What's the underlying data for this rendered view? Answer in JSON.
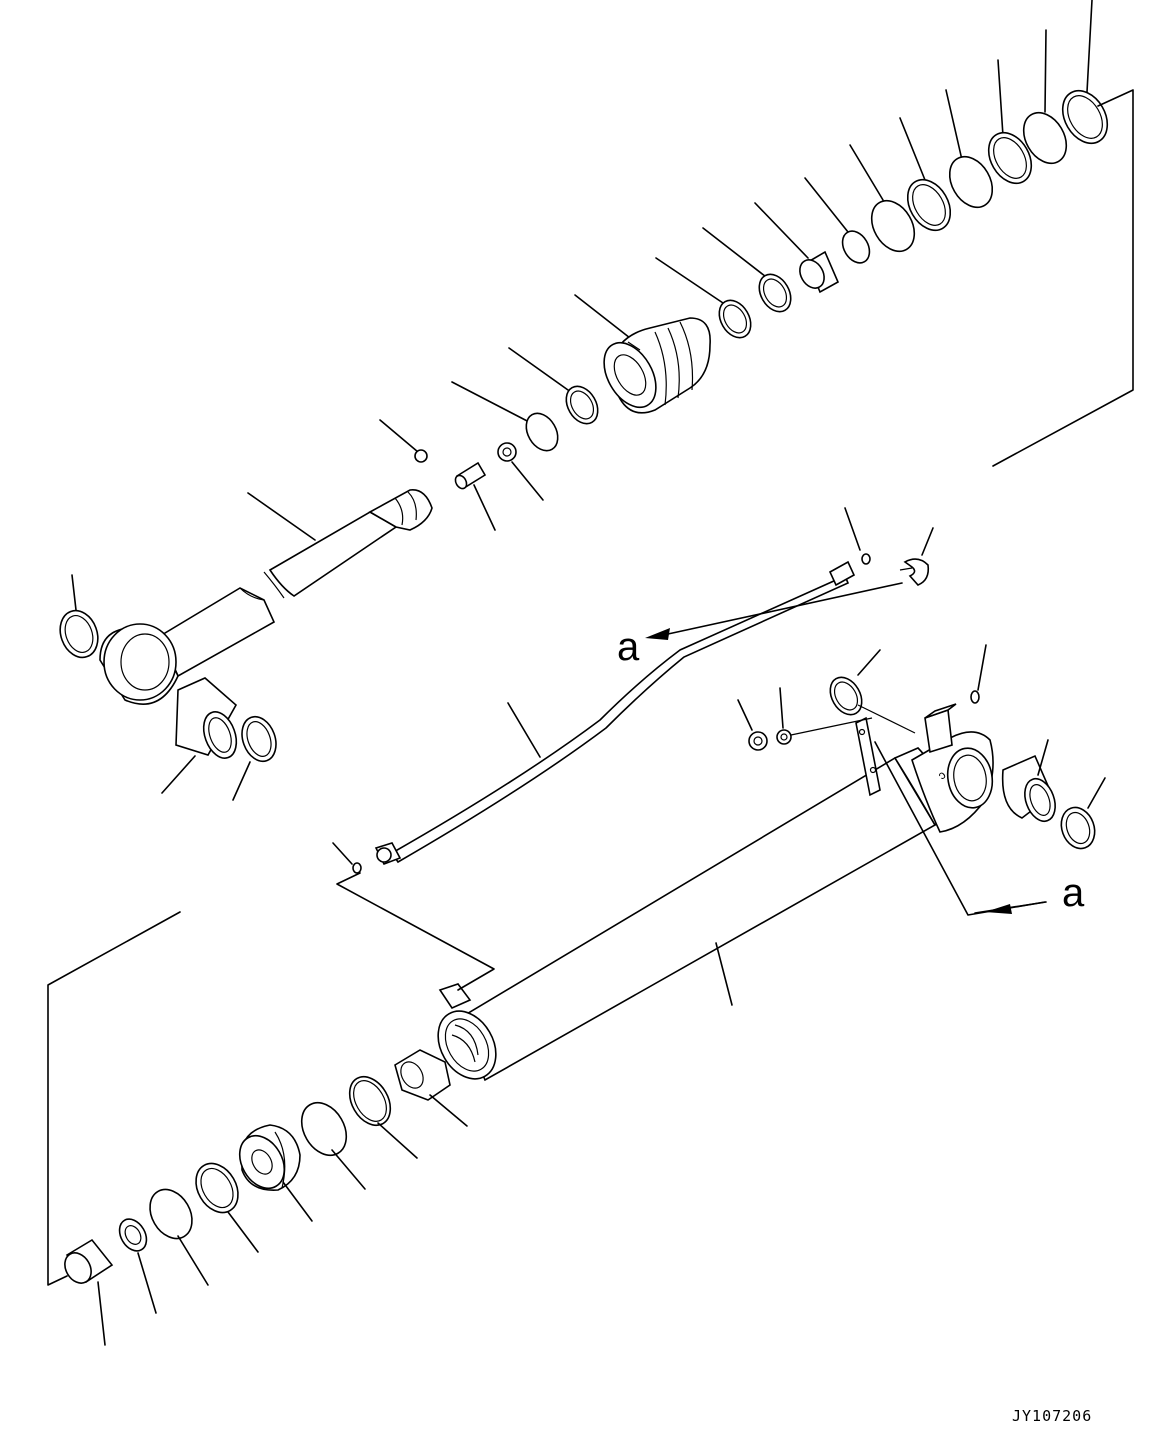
{
  "diagram": {
    "callout_label_1": "a",
    "callout_label_2": "a",
    "drawing_code": "JY107206"
  }
}
